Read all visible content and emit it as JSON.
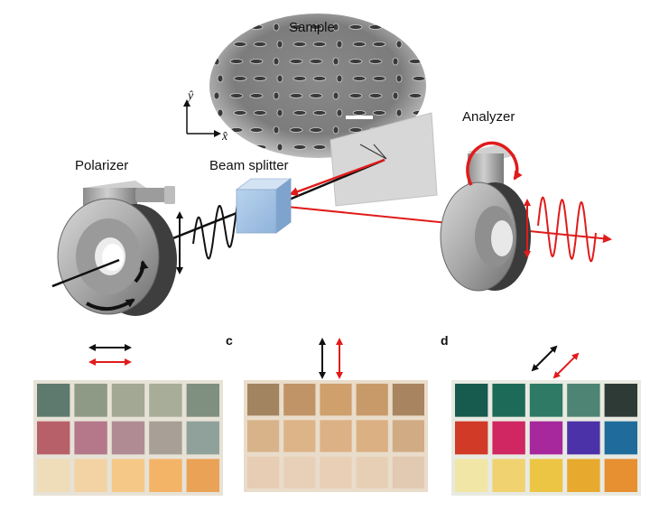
{
  "labels": {
    "sample": "Sample",
    "analyzer": "Analyzer",
    "polarizer": "Polarizer",
    "beam_splitter": "Beam splitter",
    "axis_y": "ŷ",
    "axis_x": "x̂",
    "panel_c": "c",
    "panel_d": "d"
  },
  "colors": {
    "incident_beam": "#111111",
    "reflected_beam": "#e11b1b",
    "background": "#ffffff"
  },
  "photos": {
    "panel_b": {
      "polarizer_arrow": "horizontal",
      "analyzer_arrow": "horizontal",
      "rows": [
        [
          "#5e7a6e",
          "#8e9a86",
          "#a2a893",
          "#a7ad98",
          "#7f8f80"
        ],
        [
          "#b8606a",
          "#b4788a",
          "#b08b94",
          "#a89f96",
          "#8fa19a"
        ],
        [
          "#efdcb8",
          "#f3d3a4",
          "#f6c888",
          "#f4b467",
          "#eaa257"
        ]
      ]
    },
    "panel_c": {
      "polarizer_arrow": "vertical",
      "analyzer_arrow": "vertical",
      "rows": [
        [
          "#a28460",
          "#c09466",
          "#cf9f6c",
          "#c89a69",
          "#a88560"
        ],
        [
          "#d8b38a",
          "#dcb488",
          "#dcb185",
          "#dbb082",
          "#d1ab84"
        ],
        [
          "#e6cdb4",
          "#e8d0b8",
          "#e8cfb6",
          "#e7cfb6",
          "#e2c9b2"
        ]
      ]
    },
    "panel_d": {
      "polarizer_arrow": "diagonal",
      "analyzer_arrow": "diagonal",
      "rows": [
        [
          "#175a4e",
          "#1d6a58",
          "#2e7a64",
          "#4e8474",
          "#2e3a36"
        ],
        [
          "#d23a28",
          "#d02662",
          "#a6289c",
          "#4c32a8",
          "#1f6c9c"
        ],
        [
          "#f2e6a6",
          "#f0d270",
          "#ecc544",
          "#e8aa2e",
          "#e69032"
        ]
      ]
    }
  }
}
